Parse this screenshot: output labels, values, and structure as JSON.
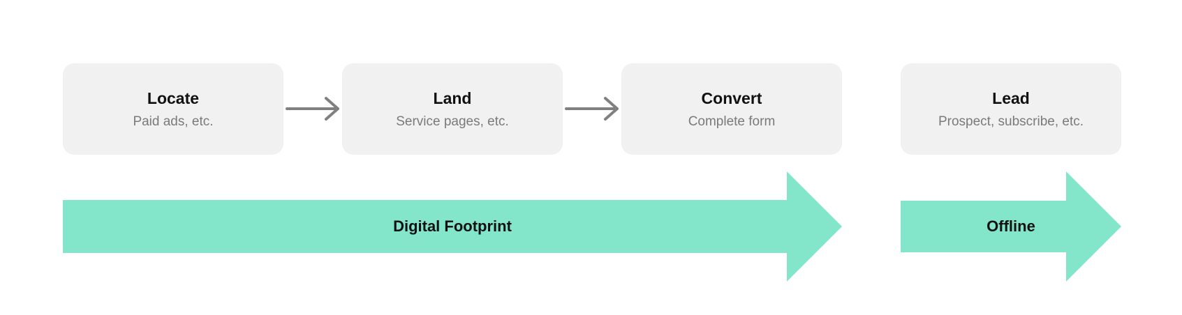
{
  "colors": {
    "box_fill": "#f1f1f1",
    "band_fill": "#83e6cb",
    "connector": "#808080",
    "title_text": "#111111",
    "subtitle_text": "#7a7a7a"
  },
  "stages": [
    {
      "title": "Locate",
      "subtitle": "Paid ads, etc."
    },
    {
      "title": "Land",
      "subtitle": "Service pages, etc."
    },
    {
      "title": "Convert",
      "subtitle": "Complete form"
    },
    {
      "title": "Lead",
      "subtitle": "Prospect, subscribe, etc."
    }
  ],
  "connectors": [
    {
      "icon": "right-arrow-icon"
    },
    {
      "icon": "right-arrow-icon"
    }
  ],
  "bands": [
    {
      "label": "Digital Footprint"
    },
    {
      "label": "Offline"
    }
  ]
}
